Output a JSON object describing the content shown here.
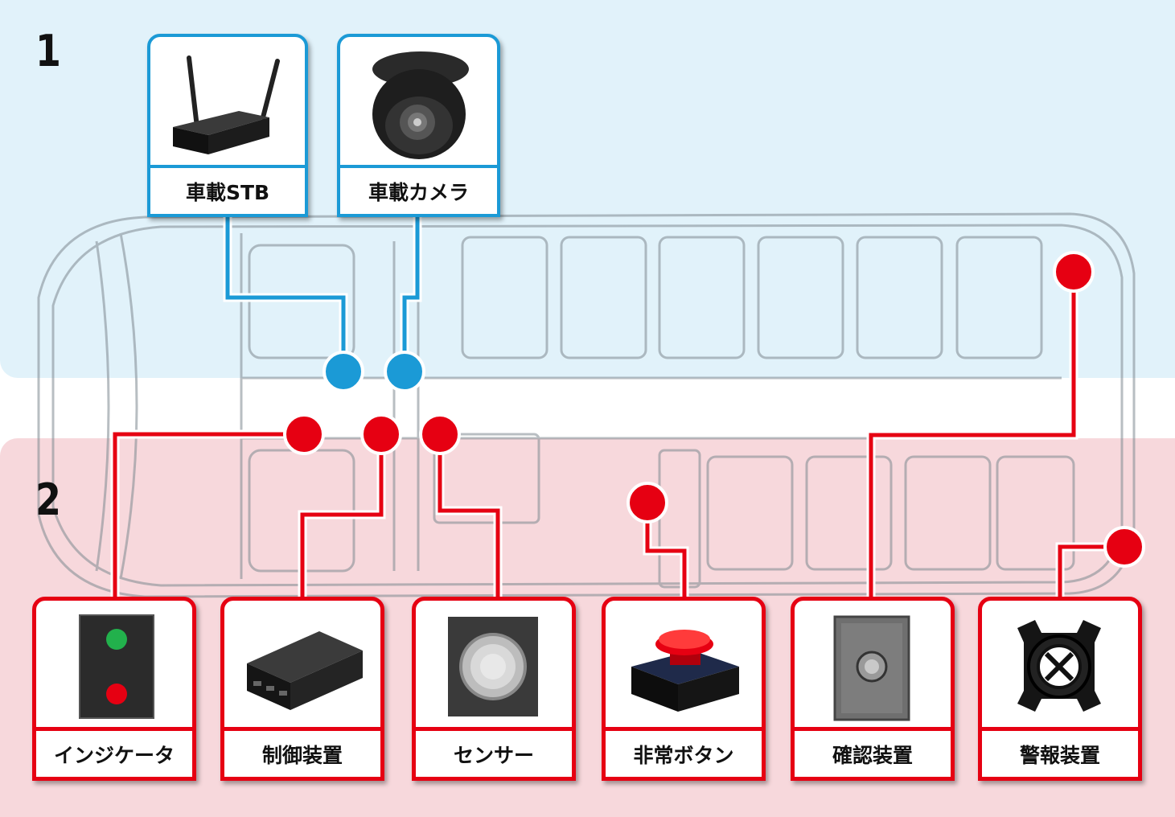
{
  "zones": [
    {
      "number": "1",
      "color": "#e1f2fa"
    },
    {
      "number": "2",
      "color": "#f7d8dc"
    }
  ],
  "colors": {
    "blue": "#1b9ad6",
    "red": "#e60012",
    "bus_outline": "#7f8a91"
  },
  "devices": [
    {
      "label": "車載STB",
      "icon": "router-icon",
      "group": "1"
    },
    {
      "label": "車載カメラ",
      "icon": "dome-camera-icon",
      "group": "1"
    },
    {
      "label": "インジケータ",
      "icon": "indicator-lights-icon",
      "group": "2"
    },
    {
      "label": "制御装置",
      "icon": "control-box-icon",
      "group": "2"
    },
    {
      "label": "センサー",
      "icon": "sensor-icon",
      "group": "2"
    },
    {
      "label": "非常ボタン",
      "icon": "emergency-button-icon",
      "group": "2"
    },
    {
      "label": "確認装置",
      "icon": "confirm-button-icon",
      "group": "2"
    },
    {
      "label": "警報装置",
      "icon": "alarm-speaker-icon",
      "group": "2"
    }
  ]
}
